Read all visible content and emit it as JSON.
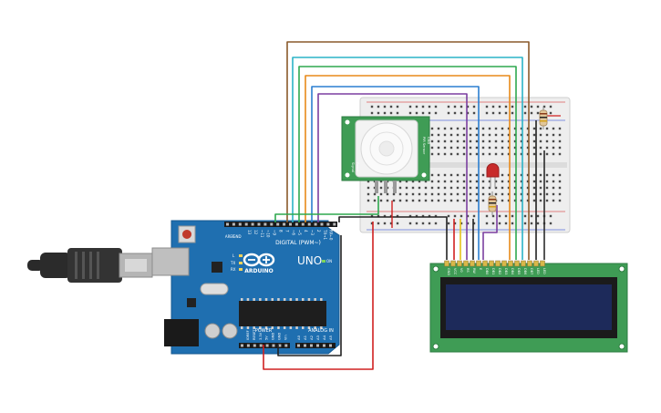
{
  "arduino": {
    "logo_text": "ARDUINO",
    "model": "UNO",
    "digital_header_label": "DIGITAL (PWM~)",
    "power_label": "POWER",
    "analog_label": "ANALOG IN",
    "aref_label": "AREF",
    "gnd_label": "GND",
    "led_labels": [
      "L",
      "TX",
      "RX"
    ],
    "on_label": "ON",
    "digital_pins": [
      "13",
      "12",
      "~11",
      "~10",
      "~9",
      "8",
      "7",
      "~6",
      "~5",
      "4",
      "~3",
      "2",
      "TX→1",
      "RX←0"
    ],
    "power_pins": [
      "IOREF",
      "RESET",
      "3.3V",
      "5V",
      "GND",
      "GND",
      "Vin"
    ],
    "analog_pins": [
      "A0",
      "A1",
      "A2",
      "A3",
      "A4",
      "A5"
    ]
  },
  "pir_sensor": {
    "labels": [
      "PIR Sensor",
      "GND",
      "Signal",
      "Power"
    ]
  },
  "lcd": {
    "pin_labels": [
      "GND",
      "VCC",
      "V0",
      "RS",
      "RW",
      "E",
      "DB0",
      "DB1",
      "DB2",
      "DB3",
      "DB4",
      "DB5",
      "DB6",
      "DB7",
      "LED",
      "LED"
    ]
  },
  "colors": {
    "board_blue": "#1f6fb0",
    "breadboard": "#eeeeee",
    "lcd_green": "#3f9c55",
    "lcd_screen": "#1d2a5a",
    "wire_brown": "#8a5a2b",
    "wire_teal": "#2bb3c7",
    "wire_green": "#2fa84f",
    "wire_orange": "#e88a1a",
    "wire_purple": "#7b3fa0",
    "wire_blue": "#2b7fd0",
    "wire_red": "#d02020",
    "wire_black": "#222222",
    "wire_yellow": "#e6c21a",
    "led_red": "#c82b2b"
  }
}
